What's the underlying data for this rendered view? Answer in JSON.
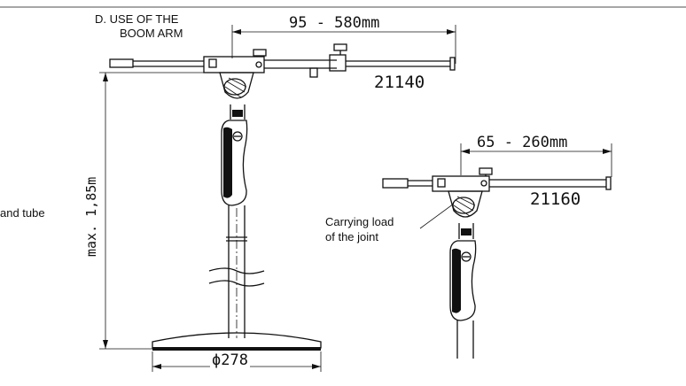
{
  "section": {
    "line1": "D. USE OF THE",
    "line2": "BOOM ARM"
  },
  "left_label": "and tube",
  "stand_large": {
    "range": "95 - 580mm",
    "model": "21140",
    "height": "max. 1,85m",
    "base_diameter": "ϕ278"
  },
  "stand_small": {
    "range": "65 - 260mm",
    "model": "21160",
    "note_line1": "Carrying load",
    "note_line2": "of the joint"
  },
  "colors": {
    "ink": "#111111",
    "background": "#ffffff"
  }
}
